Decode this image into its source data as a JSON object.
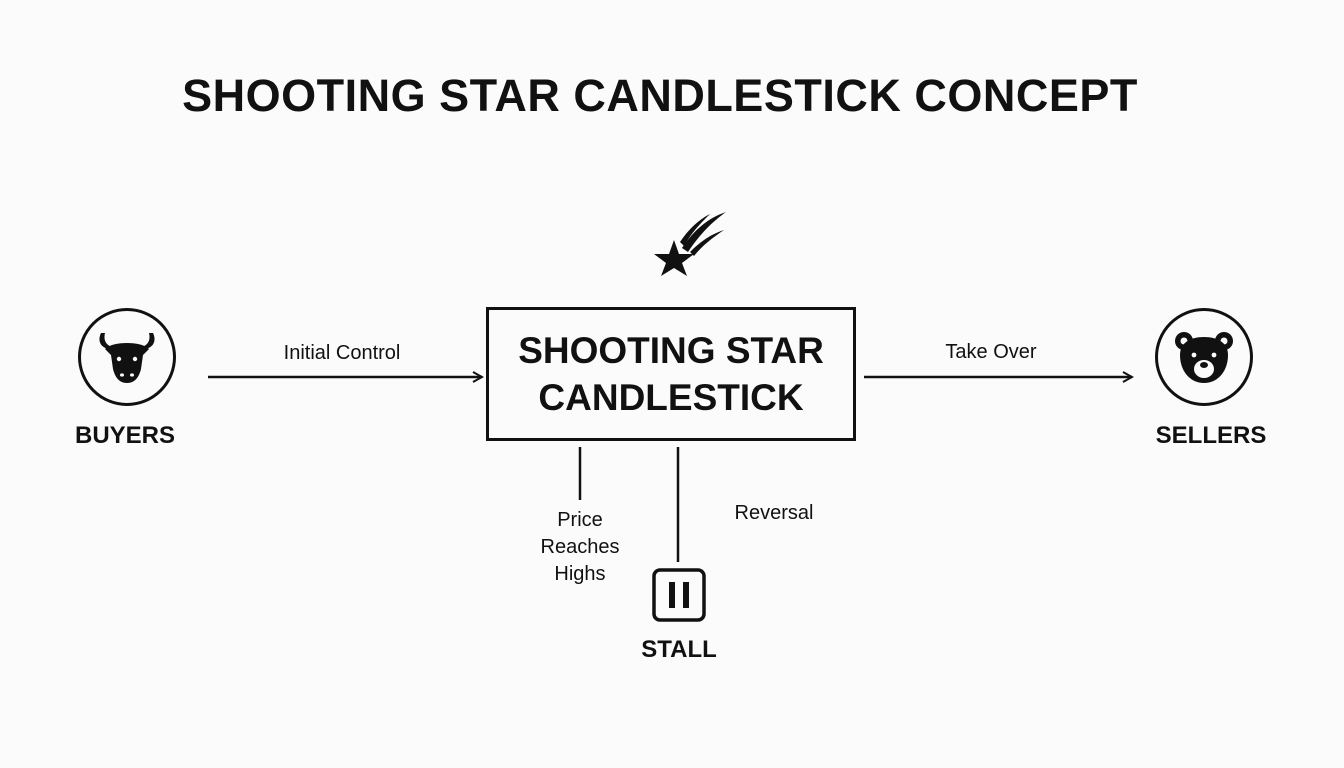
{
  "title": "SHOOTING STAR CANDLESTICK CONCEPT",
  "nodes": {
    "buyers": {
      "label": "BUYERS",
      "icon": "bull-icon"
    },
    "center": {
      "label": "SHOOTING STAR\nCANDLESTICK",
      "icon": "shooting-star-icon"
    },
    "sellers": {
      "label": "SELLERS",
      "icon": "bear-icon"
    },
    "stall": {
      "label": "STALL",
      "icon": "pause-icon"
    }
  },
  "edges": {
    "initial_control": "Initial Control",
    "take_over": "Take Over",
    "price_reaches_highs": "Price\nReaches\nHighs",
    "reversal": "Reversal"
  },
  "colors": {
    "ink": "#111111",
    "background": "#fbfbfb"
  }
}
